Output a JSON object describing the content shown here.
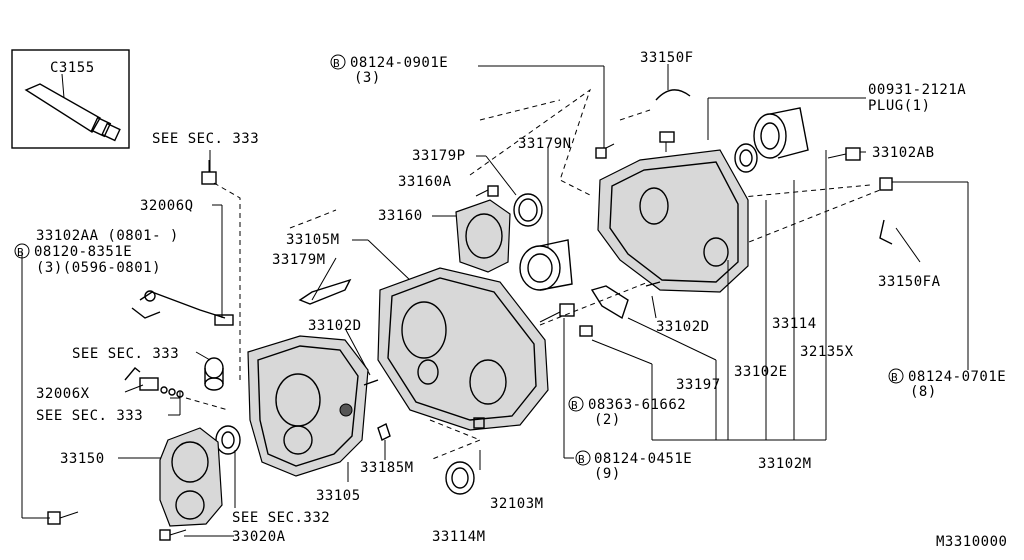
{
  "labels": {
    "c3155": "C3155",
    "see333_top": "SEE SEC. 333",
    "p32006q": "32006Q",
    "p33102aa": "33102AA  (0801-  )",
    "b08120": "08120-8351E",
    "b08120_qty": "(3)(0596-0801)",
    "p33105m": "33105M",
    "p33179m": "33179M",
    "p33102d_left": "33102D",
    "see333_mid": "SEE SEC. 333",
    "p32006x": "32006X",
    "see333_low": "SEE SEC. 333",
    "p33150": "33150",
    "p33105": "33105",
    "see332": "SEE SEC.332",
    "p33020a": "33020A",
    "p33185m": "33185M",
    "p33114m": "33114M",
    "p32103m": "32103M",
    "b08124_0451": "08124-0451E",
    "b08124_0451_qty": "(9)",
    "b08363": "08363-61662",
    "b08363_qty": "(2)",
    "p33197": "33197",
    "p33102d_right": "33102D",
    "p33102e": "33102E",
    "p33114": "33114",
    "p32135x": "32135X",
    "p33102m": "33102M",
    "b08124_0701": "08124-0701E",
    "b08124_0701_qty": "(8)",
    "p33150fa": "33150FA",
    "p33102ab": "33102AB",
    "p00931": "00931-2121A",
    "plug": "PLUG(1)",
    "p33150f": "33150F",
    "b08124_0901": "08124-0901E",
    "b08124_0901_qty": "(3)",
    "p33179p": "33179P",
    "p33179n": "33179N",
    "p33160a": "33160A",
    "p33160": "33160",
    "drawing_code": "M3310000",
    "bolt_symbol": "B"
  }
}
